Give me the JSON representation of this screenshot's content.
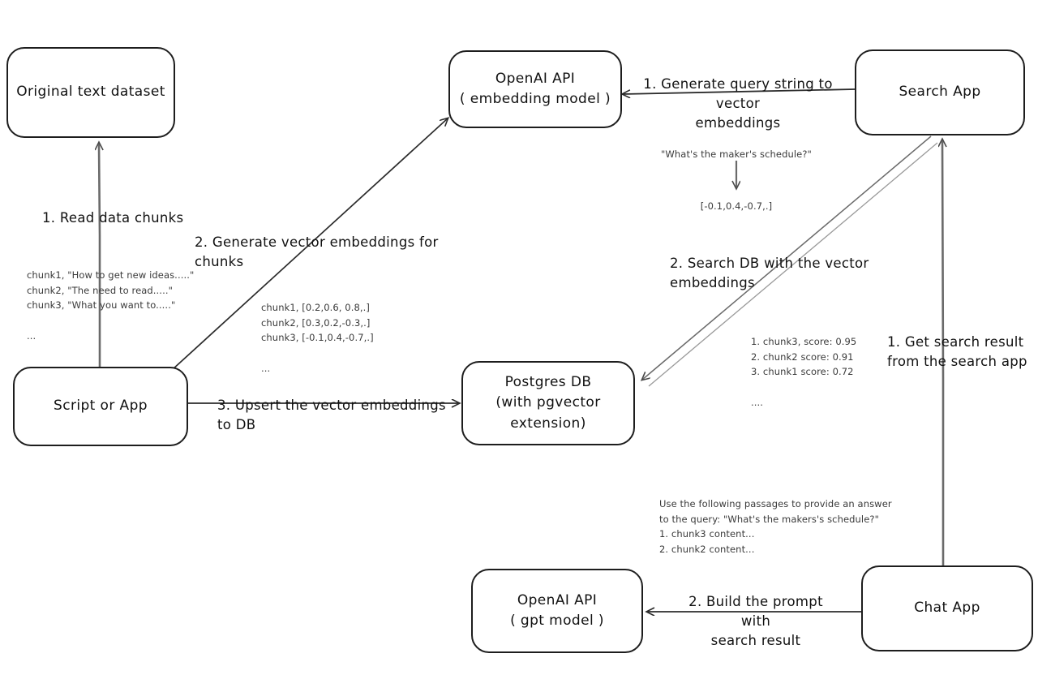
{
  "diagram": {
    "title": "Vector search and RAG pipeline",
    "stroke_color": "#1d1d1d",
    "arrow_color": "#4a4a4a",
    "annotation_color": "#3a3a3a",
    "background": "#ffffff"
  },
  "nodes": {
    "original_dataset": {
      "label": "Original text dataset"
    },
    "script_or_app": {
      "label": "Script or App"
    },
    "openai_embedding": {
      "line1": "OpenAI API",
      "line2": "( embedding model )"
    },
    "postgres_db": {
      "line1": "Postgres DB",
      "line2": "(with pgvector extension)"
    },
    "search_app": {
      "label": "Search App"
    },
    "chat_app": {
      "label": "Chat App"
    },
    "openai_gpt": {
      "line1": "OpenAI API",
      "line2": "( gpt model )"
    }
  },
  "edge_labels": {
    "read_chunks": "1. Read data chunks",
    "generate_embeddings": "2. Generate vector embeddings for chunks",
    "upsert_to_db": "3. Upsert the vector embeddings  to DB",
    "generate_query_embeddings": "1. Generate query string to vector\nembeddings",
    "search_db": "2. Search DB with the vector embeddings",
    "get_search_result": "1. Get search result\nfrom the search app",
    "build_prompt": "2. Build the prompt with\nsearch result"
  },
  "annotations": {
    "source_chunks": "chunk1, \"How to get new ideas.....\"\nchunk2, \"The need to read.....\"\nchunk3, \"What you want to.....\"\n\n...",
    "chunk_embeddings": "chunk1, [0.2,0.6, 0.8,.]\nchunk2, [0.3,0.2,-0.3,.]\nchunk3, [-0.1,0.4,-0.7,.]\n\n...",
    "query_string": "\"What's the maker's schedule?\"",
    "query_vector": "[-0.1,0.4,-0.7,.]",
    "search_results": "1. chunk3, score: 0.95\n2. chunk2 score: 0.91\n3. chunk1 score: 0.72\n\n....",
    "prompt_text": "Use the following passages to provide an answer\nto the query: \"What's the makers's schedule?\"\n1. chunk3 content...\n2. chunk2 content..."
  }
}
